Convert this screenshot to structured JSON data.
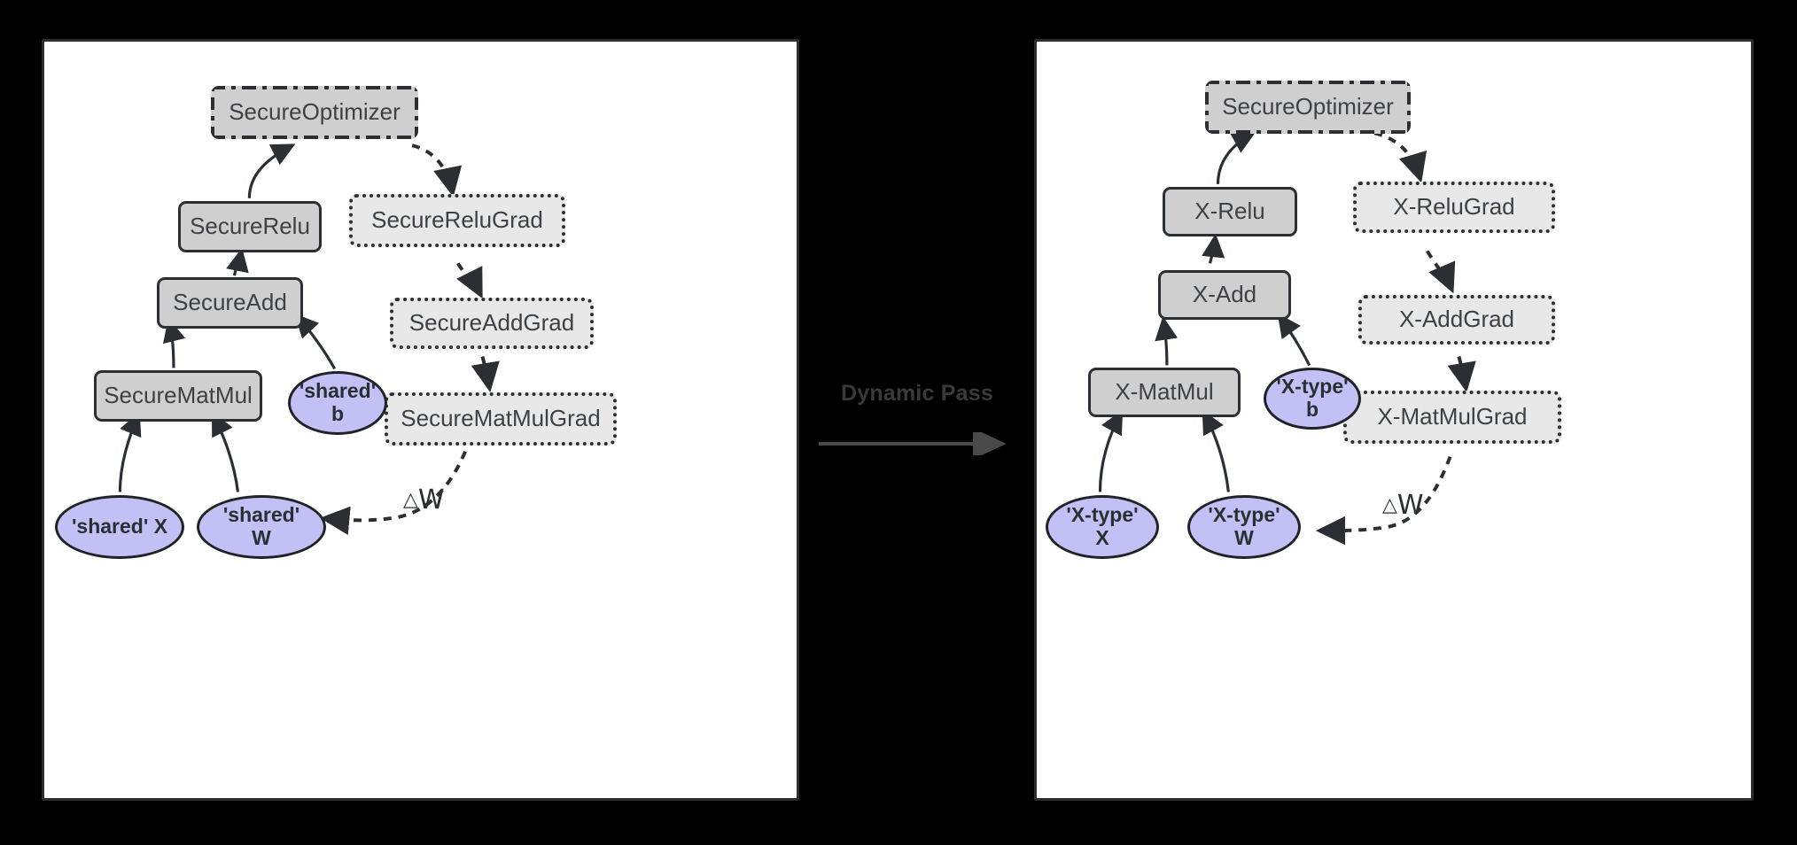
{
  "diagram": {
    "title_hidden": "",
    "background_color": "#000000",
    "panel_border_color": "#2b2f33",
    "op_fill": "#cfcfcf",
    "grad_fill": "#e8e8e8",
    "tensor_fill": "#c3c0f5",
    "edge_color": "#2b2f33"
  },
  "transition": {
    "label": "Dynamic Pass",
    "arrow_direction": "right",
    "arrow_color": "#4a4a4a",
    "label_color": "#3a3a3a"
  },
  "left_panel": {
    "name": "static-graph-panel",
    "nodes": {
      "optimizer": {
        "label": "SecureOptimizer",
        "style": "dash-dot"
      },
      "relu": {
        "label": "SecureRelu",
        "style": "solid"
      },
      "add": {
        "label": "SecureAdd",
        "style": "solid"
      },
      "matmul": {
        "label": "SecureMatMul",
        "style": "solid"
      },
      "relu_grad": {
        "label": "SecureReluGrad",
        "style": "dotted"
      },
      "add_grad": {
        "label": "SecureAddGrad",
        "style": "dotted"
      },
      "matmul_grad": {
        "label": "SecureMatMulGrad",
        "style": "dotted"
      }
    },
    "tensors": {
      "b": {
        "line1": "'shared'",
        "line2": "b"
      },
      "x": {
        "line1": "'shared' X",
        "line2": ""
      },
      "w": {
        "line1": "'shared'",
        "line2": "W"
      }
    },
    "edge_labels": {
      "grad_w": "W",
      "grad_w_symbol": "△"
    }
  },
  "right_panel": {
    "name": "dynamic-graph-panel",
    "nodes": {
      "optimizer": {
        "label": "SecureOptimizer",
        "style": "dash-dot"
      },
      "relu": {
        "label": "X-Relu",
        "style": "solid"
      },
      "add": {
        "label": "X-Add",
        "style": "solid"
      },
      "matmul": {
        "label": "X-MatMul",
        "style": "solid"
      },
      "relu_grad": {
        "label": "X-ReluGrad",
        "style": "dotted"
      },
      "add_grad": {
        "label": "X-AddGrad",
        "style": "dotted"
      },
      "matmul_grad": {
        "label": "X-MatMulGrad",
        "style": "dotted"
      }
    },
    "tensors": {
      "b": {
        "line1": "'X-type'",
        "line2": "b"
      },
      "x": {
        "line1": "'X-type'",
        "line2": "X"
      },
      "w": {
        "line1": "'X-type'",
        "line2": "W"
      }
    },
    "edge_labels": {
      "grad_w": "W",
      "grad_w_symbol": "△"
    }
  }
}
